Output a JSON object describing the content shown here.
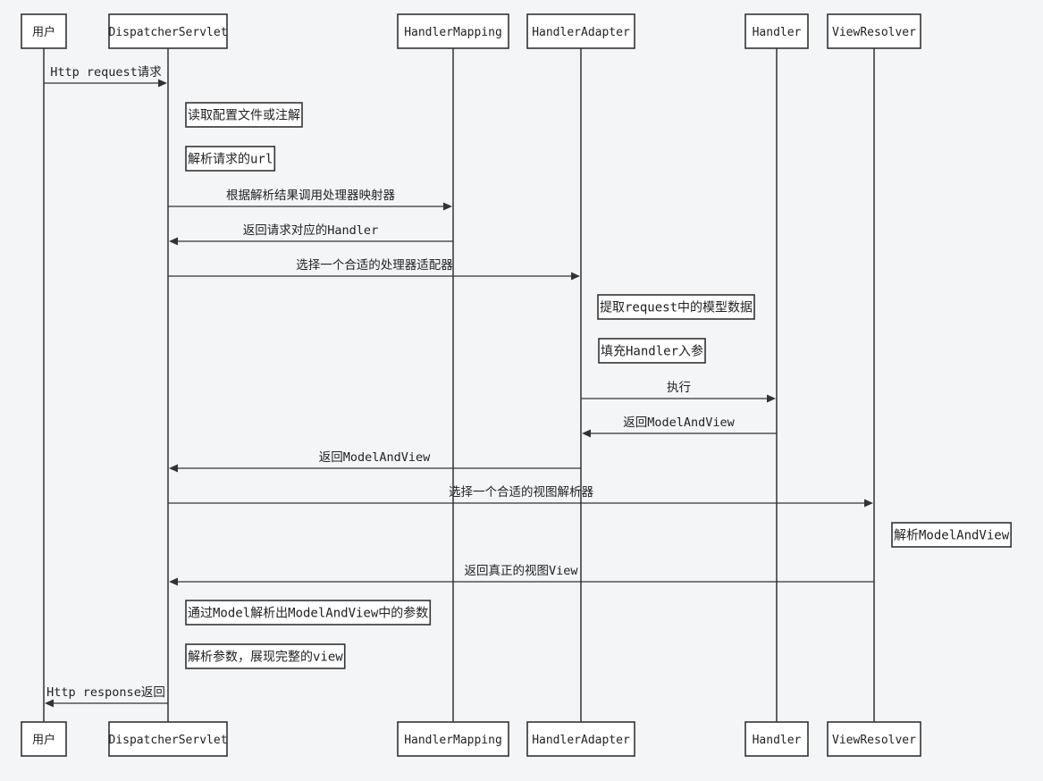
{
  "participants": [
    {
      "id": "user",
      "label": "用户"
    },
    {
      "id": "dispatcher",
      "label": "DispatcherServlet"
    },
    {
      "id": "mapping",
      "label": "HandlerMapping"
    },
    {
      "id": "adapter",
      "label": "HandlerAdapter"
    },
    {
      "id": "handler",
      "label": "Handler"
    },
    {
      "id": "resolver",
      "label": "ViewResolver"
    }
  ],
  "messages": [
    {
      "id": "m1",
      "from": "user",
      "to": "dispatcher",
      "label": "Http request请求"
    },
    {
      "id": "m2",
      "from": "dispatcher",
      "to": "mapping",
      "label": "根据解析结果调用处理器映射器"
    },
    {
      "id": "m3",
      "from": "mapping",
      "to": "dispatcher",
      "label": "返回请求对应的Handler"
    },
    {
      "id": "m4",
      "from": "dispatcher",
      "to": "adapter",
      "label": "选择一个合适的处理器适配器"
    },
    {
      "id": "m5",
      "from": "adapter",
      "to": "handler",
      "label": "执行"
    },
    {
      "id": "m6",
      "from": "handler",
      "to": "adapter",
      "label": "返回ModelAndView"
    },
    {
      "id": "m7",
      "from": "adapter",
      "to": "dispatcher",
      "label": "返回ModelAndView"
    },
    {
      "id": "m8",
      "from": "dispatcher",
      "to": "resolver",
      "label": "选择一个合适的视图解析器"
    },
    {
      "id": "m9",
      "from": "resolver",
      "to": "dispatcher",
      "label": "返回真正的视图View"
    },
    {
      "id": "m10",
      "from": "dispatcher",
      "to": "user",
      "label": "Http response返回"
    }
  ],
  "notes": [
    {
      "id": "n1",
      "participant": "dispatcher",
      "label": "读取配置文件或注解"
    },
    {
      "id": "n2",
      "participant": "dispatcher",
      "label": "解析请求的url"
    },
    {
      "id": "n3",
      "participant": "adapter",
      "label": "提取request中的模型数据"
    },
    {
      "id": "n4",
      "participant": "adapter",
      "label": "填充Handler入参"
    },
    {
      "id": "n5",
      "participant": "resolver",
      "label": "解析ModelAndView"
    },
    {
      "id": "n6",
      "participant": "dispatcher",
      "label": "通过Model解析出ModelAndView中的参数"
    },
    {
      "id": "n7",
      "participant": "dispatcher",
      "label": "解析参数，展现完整的view"
    }
  ]
}
